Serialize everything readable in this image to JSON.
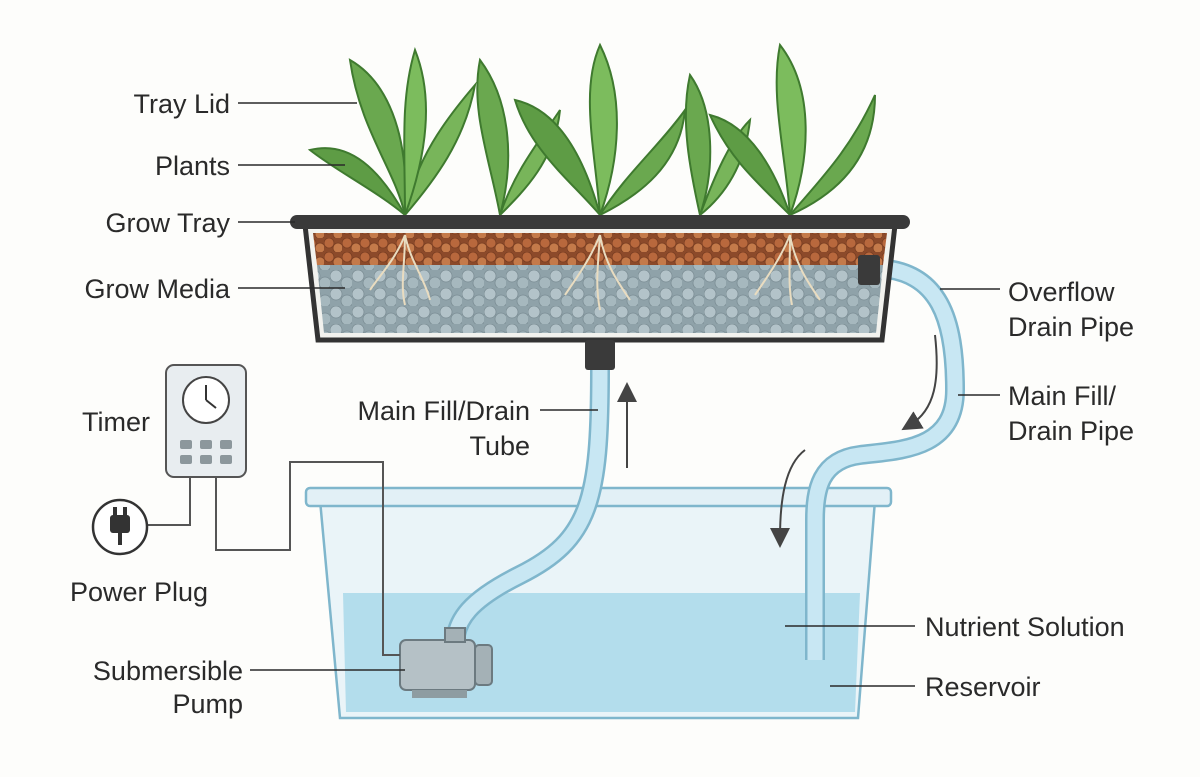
{
  "labels": {
    "tray_lid": "Tray Lid",
    "plants": "Plants",
    "grow_tray": "Grow Tray",
    "grow_media": "Grow Media",
    "timer": "Timer",
    "power_plug": "Power Plug",
    "main_fill_drain_tube_line1": "Main Fill/Drain",
    "main_fill_drain_tube_line2": "Tube",
    "submersible_pump_line1": "Submersible",
    "submersible_pump_line2": "Pump",
    "overflow_drain_pipe_line1": "Overflow",
    "overflow_drain_pipe_line2": "Drain Pipe",
    "main_fill_drain_pipe_line1": "Main Fill/",
    "main_fill_drain_pipe_line2": "Drain Pipe",
    "nutrient_solution": "Nutrient Solution",
    "reservoir": "Reservoir"
  },
  "colors": {
    "water": "#a9d8ea",
    "tube": "#b9e0ef",
    "leaf": "#6aa84f",
    "leaf_dark": "#3f7a2f",
    "clay_pebbles": "#a0522d",
    "gray_media": "#9fb0b6",
    "tray_frame": "#333333"
  },
  "icons": [
    "clock-icon",
    "power-plug-icon",
    "flow-arrow-icon"
  ]
}
